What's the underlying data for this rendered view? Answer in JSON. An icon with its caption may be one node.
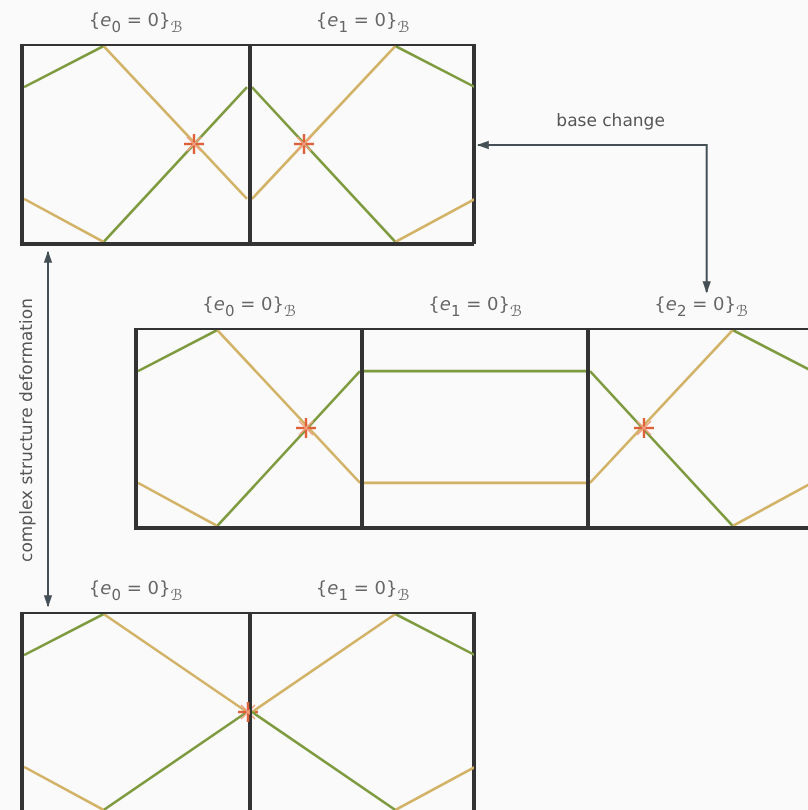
{
  "diagram": {
    "nodes": [
      {
        "text": [],
        "shape": "box"
      },
      {
        "text": [
          "{*e*$_{0}$ = 0}$_{ℬ}$"
        ],
        "in": 0
      },
      {
        "text": [
          "{*e*$_{1}$ = 0}$_{ℬ}$"
        ],
        "in": 0
      },
      {
        "text": [],
        "shape": "box"
      },
      {
        "text": [
          "{*e*$_{0}$ = 0}$_{ℬ}$"
        ],
        "in": 3
      },
      {
        "text": [
          "{*e*$_{1}$ = 0}$_{ℬ}$"
        ],
        "in": 3
      },
      {
        "text": [
          "{*e*$_{2}$ = 0}$_{ℬ}$"
        ],
        "in": 3
      },
      {
        "text": [],
        "shape": "box"
      },
      {
        "text": [
          "{*e*$_{0}$ = 0}$_{ℬ}$"
        ],
        "in": 7
      },
      {
        "text": [
          "{*e*$_{1}$ = 0}$_{ℬ}$"
        ],
        "in": 7
      }
    ],
    "edges": [
      {
        "from": 0,
        "to": 3,
        "arrow": "both",
        "label": "base change"
      },
      {
        "from": 0,
        "to": 7,
        "arrow": "both",
        "label": "complex structure deformation"
      }
    ]
  }
}
